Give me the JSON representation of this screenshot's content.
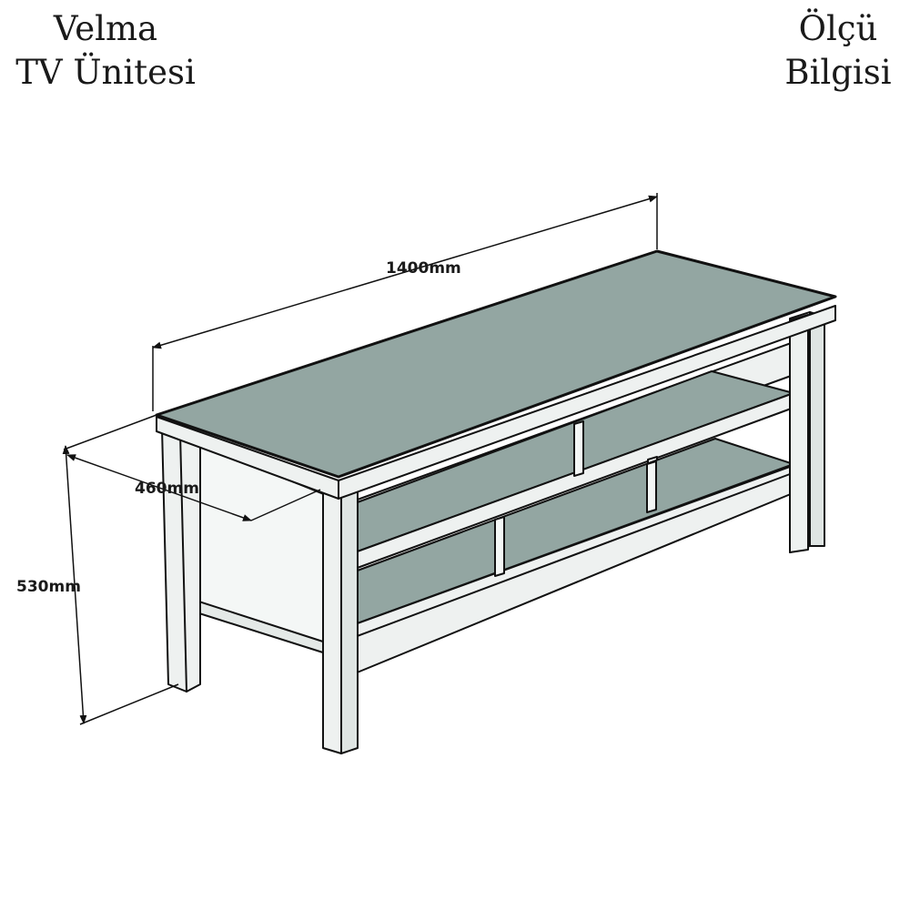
{
  "header": {
    "product_line1": "Velma",
    "product_line2": "TV Ünitesi",
    "info_line1": "Ölçü",
    "info_line2": "Bilgisi"
  },
  "dimensions": {
    "width": "1400mm",
    "depth": "460mm",
    "height": "530mm"
  },
  "colors": {
    "shelf_surface": "#93a6a2",
    "frame": "#eef1f0",
    "side_panel": "#f4f7f6",
    "outline": "#111111"
  }
}
